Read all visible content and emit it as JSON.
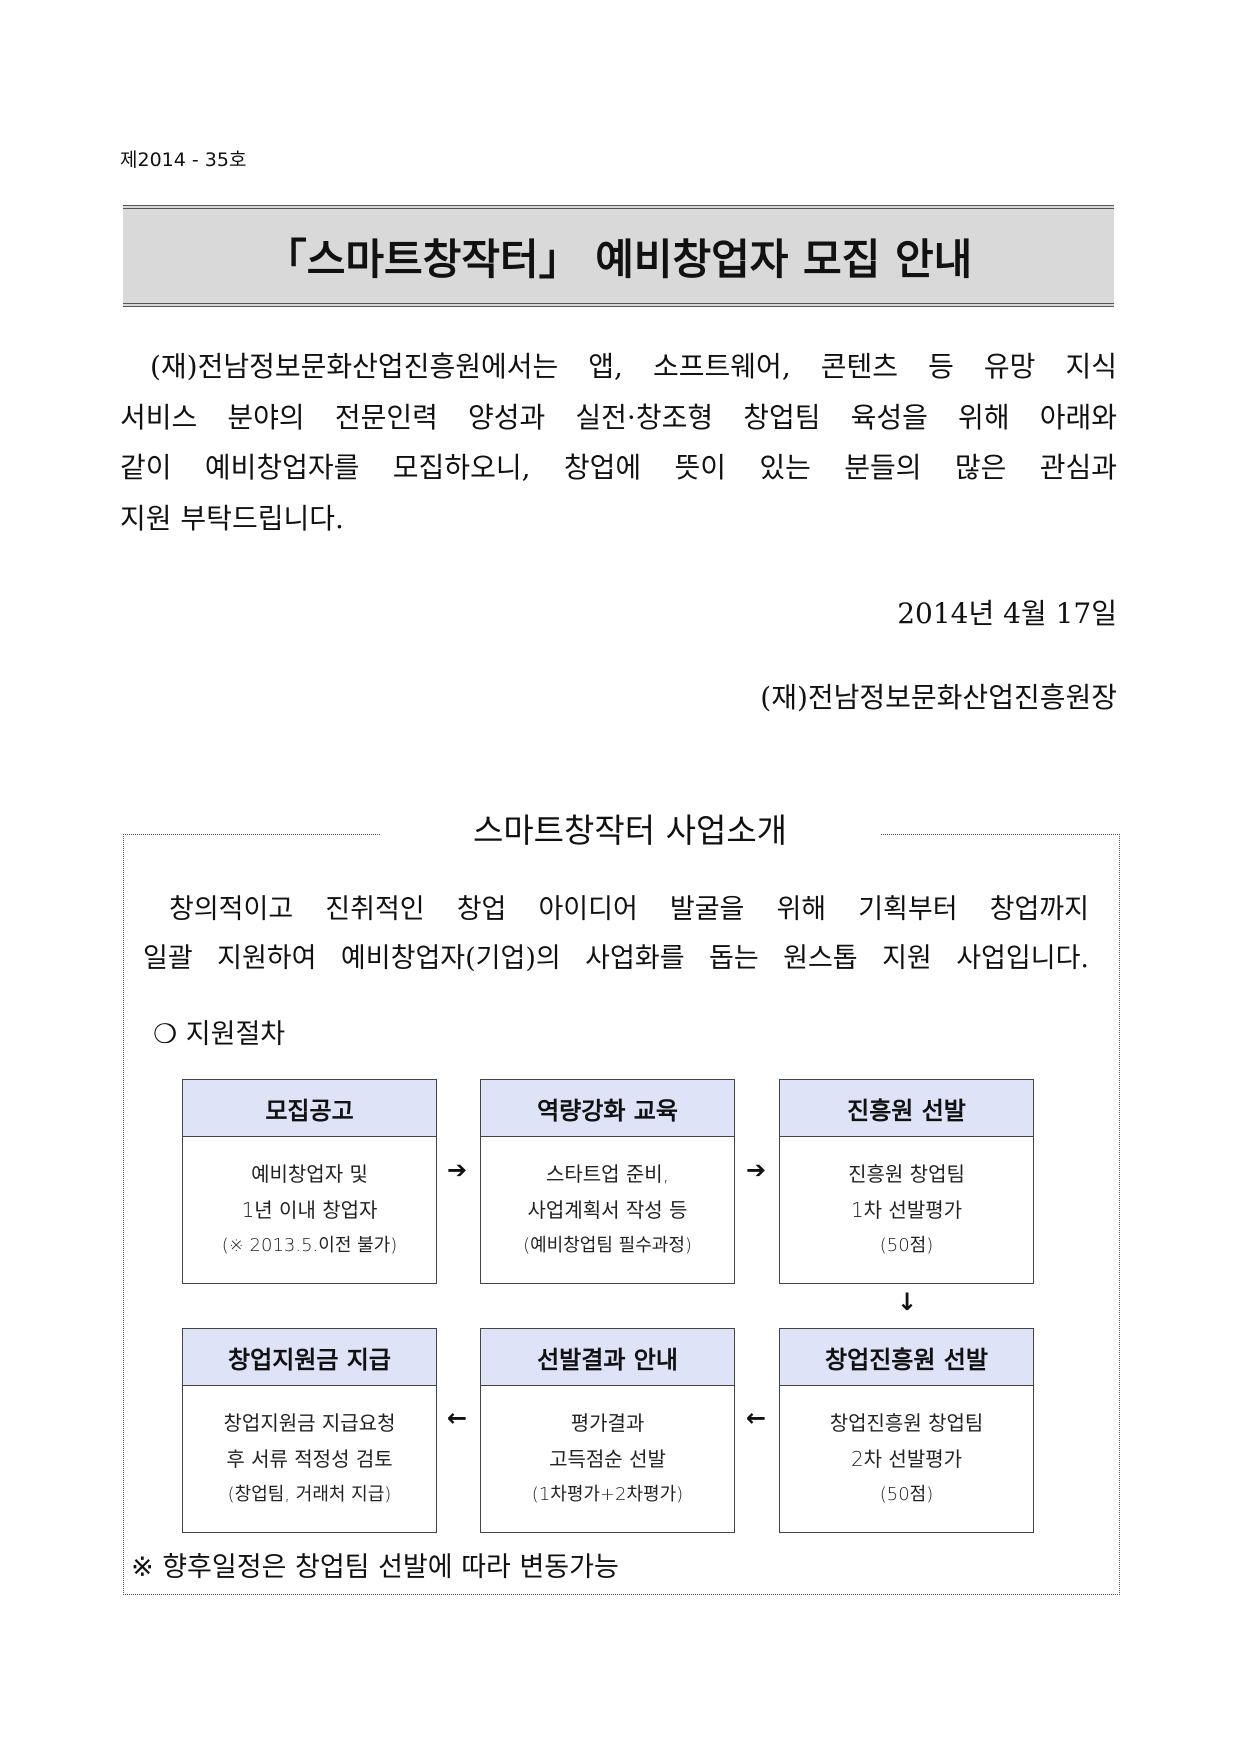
{
  "doc_number": "제2014 - 35호",
  "title": "「스마트창작터」 예비창업자 모집 안내",
  "intro_lines": [
    "(재)전남정보문화산업진흥원에서는 앱, 소프트웨어, 콘텐츠 등 유망 지식",
    "서비스 분야의 전문인력 양성과 실전·창조형 창업팀 육성을 위해 아래와",
    "같이 예비창업자를 모집하오니, 창업에 뜻이 있는 분들의 많은 관심과",
    "지원 부탁드립니다."
  ],
  "date": "2014년 4월 17일",
  "signature": "(재)전남정보문화산업진흥원장",
  "section": {
    "title": "스마트창작터 사업소개",
    "lines": [
      "창의적이고 진취적인 창업 아이디어 발굴을 위해 기획부터 창업까지",
      "일괄 지원하여 예비창업자(기업)의 사업화를 돕는 원스톱 지원 사업입니다."
    ],
    "procedure_label": "❍ 지원절차",
    "steps": [
      {
        "title": "모집공고",
        "lines": [
          "예비창업자 및",
          "1년 이내 창업자",
          "(※ 2013.5.이전 불가)"
        ]
      },
      {
        "title": "역량강화 교육",
        "lines": [
          "스타트업 준비,",
          "사업계획서 작성 등",
          "(예비창업팀 필수과정)"
        ]
      },
      {
        "title": "진흥원 선발",
        "lines": [
          "진흥원 창업팀",
          "1차 선발평가",
          "(50점)"
        ]
      },
      {
        "title": "창업진흥원 선발",
        "lines": [
          "창업진흥원 창업팀",
          "2차 선발평가",
          "(50점)"
        ]
      },
      {
        "title": "선발결과 안내",
        "lines": [
          "평가결과",
          "고득점순 선발",
          "(1차평가+2차평가)"
        ]
      },
      {
        "title": "창업지원금 지급",
        "lines": [
          "창업지원금 지급요청",
          "후 서류 적정성 검토",
          "(창업팀, 거래처 지급)"
        ]
      }
    ],
    "arrows": {
      "right": "➔",
      "down": "↓",
      "left": "←"
    },
    "note": "※ 향후일정은 창업팀 선발에 따라 변동가능"
  }
}
